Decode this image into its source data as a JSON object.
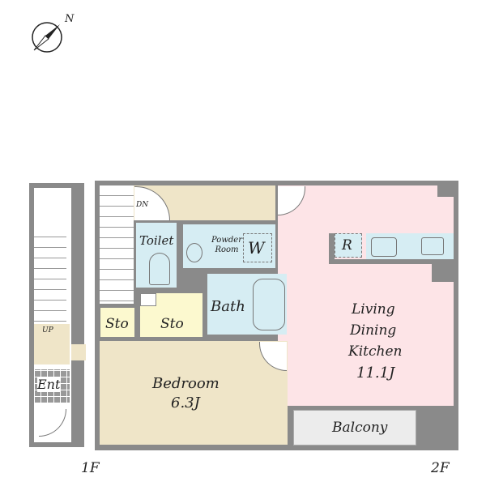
{
  "compass": {
    "north_label": "N"
  },
  "floors": {
    "first": "1F",
    "second": "2F"
  },
  "rooms": {
    "up": "UP",
    "dn": "DN",
    "entrance": "Ent",
    "toilet": "Toilet",
    "powder_room": "Powder Room",
    "washer": "W",
    "bath": "Bath",
    "storage_1": "Sto",
    "storage_2": "Sto",
    "bedroom": "Bedroom",
    "bedroom_size": "6.3J",
    "ldk_1": "Living",
    "ldk_2": "Dining",
    "ldk_3": "Kitchen",
    "ldk_size": "11.1J",
    "refrigerator": "R",
    "balcony": "Balcony"
  },
  "colors": {
    "wall": "#8a8a8a",
    "beige": "#efe5c8",
    "blue": "#d6edf3",
    "pink": "#fde4e7",
    "yellow": "#fcf9cf",
    "balcony": "#ececec"
  }
}
